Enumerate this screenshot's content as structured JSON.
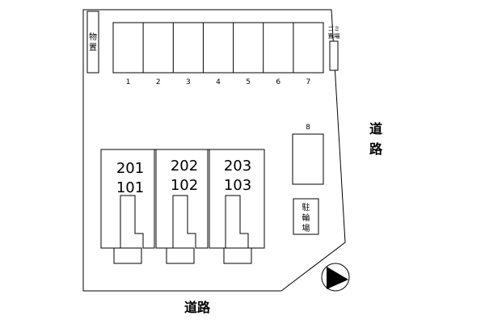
{
  "storage": {
    "chars": [
      "物",
      "置"
    ]
  },
  "parking": {
    "spaces": [
      "1",
      "2",
      "3",
      "4",
      "5",
      "6",
      "7"
    ],
    "extra_space": "8"
  },
  "garbage": {
    "chars": [
      "ゴミ",
      "置場"
    ]
  },
  "bicycle_parking": {
    "chars": [
      "駐",
      "輪",
      "場"
    ]
  },
  "units": [
    {
      "upper": "201",
      "lower": "101"
    },
    {
      "upper": "202",
      "lower": "102"
    },
    {
      "upper": "203",
      "lower": "103"
    }
  ],
  "roads": {
    "bottom": "道路",
    "right_chars": [
      "道",
      "路"
    ]
  },
  "compass": {
    "icon": "north-arrow-icon"
  }
}
